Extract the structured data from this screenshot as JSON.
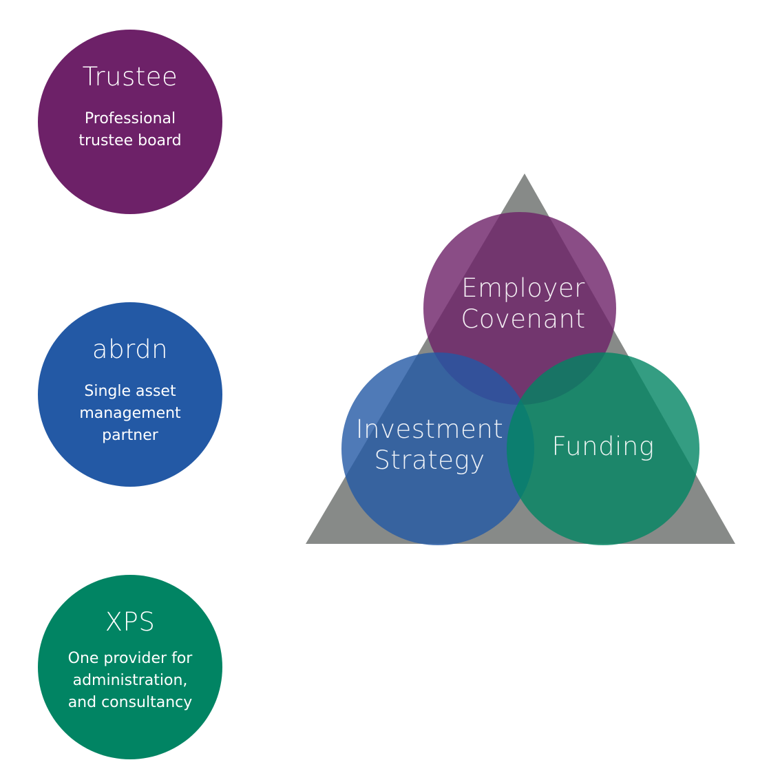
{
  "colors": {
    "purple": "#6d2168",
    "blue": "#2359a5",
    "green": "#018463",
    "triangle": "#878a88",
    "white": "#ffffff"
  },
  "roles": [
    {
      "title": "Trustee",
      "description": "Professional\ntrustee board"
    },
    {
      "title": "abrdn",
      "description": "Single asset\nmanagement\npartner"
    },
    {
      "title": "XPS",
      "description": "One provider for\nadministration,\nand consultancy"
    }
  ],
  "venn": {
    "employer": {
      "line1": "Employer",
      "line2": "Covenant"
    },
    "investment": {
      "line1": "Investment",
      "line2": "Strategy"
    },
    "funding": {
      "label": "Funding"
    }
  }
}
